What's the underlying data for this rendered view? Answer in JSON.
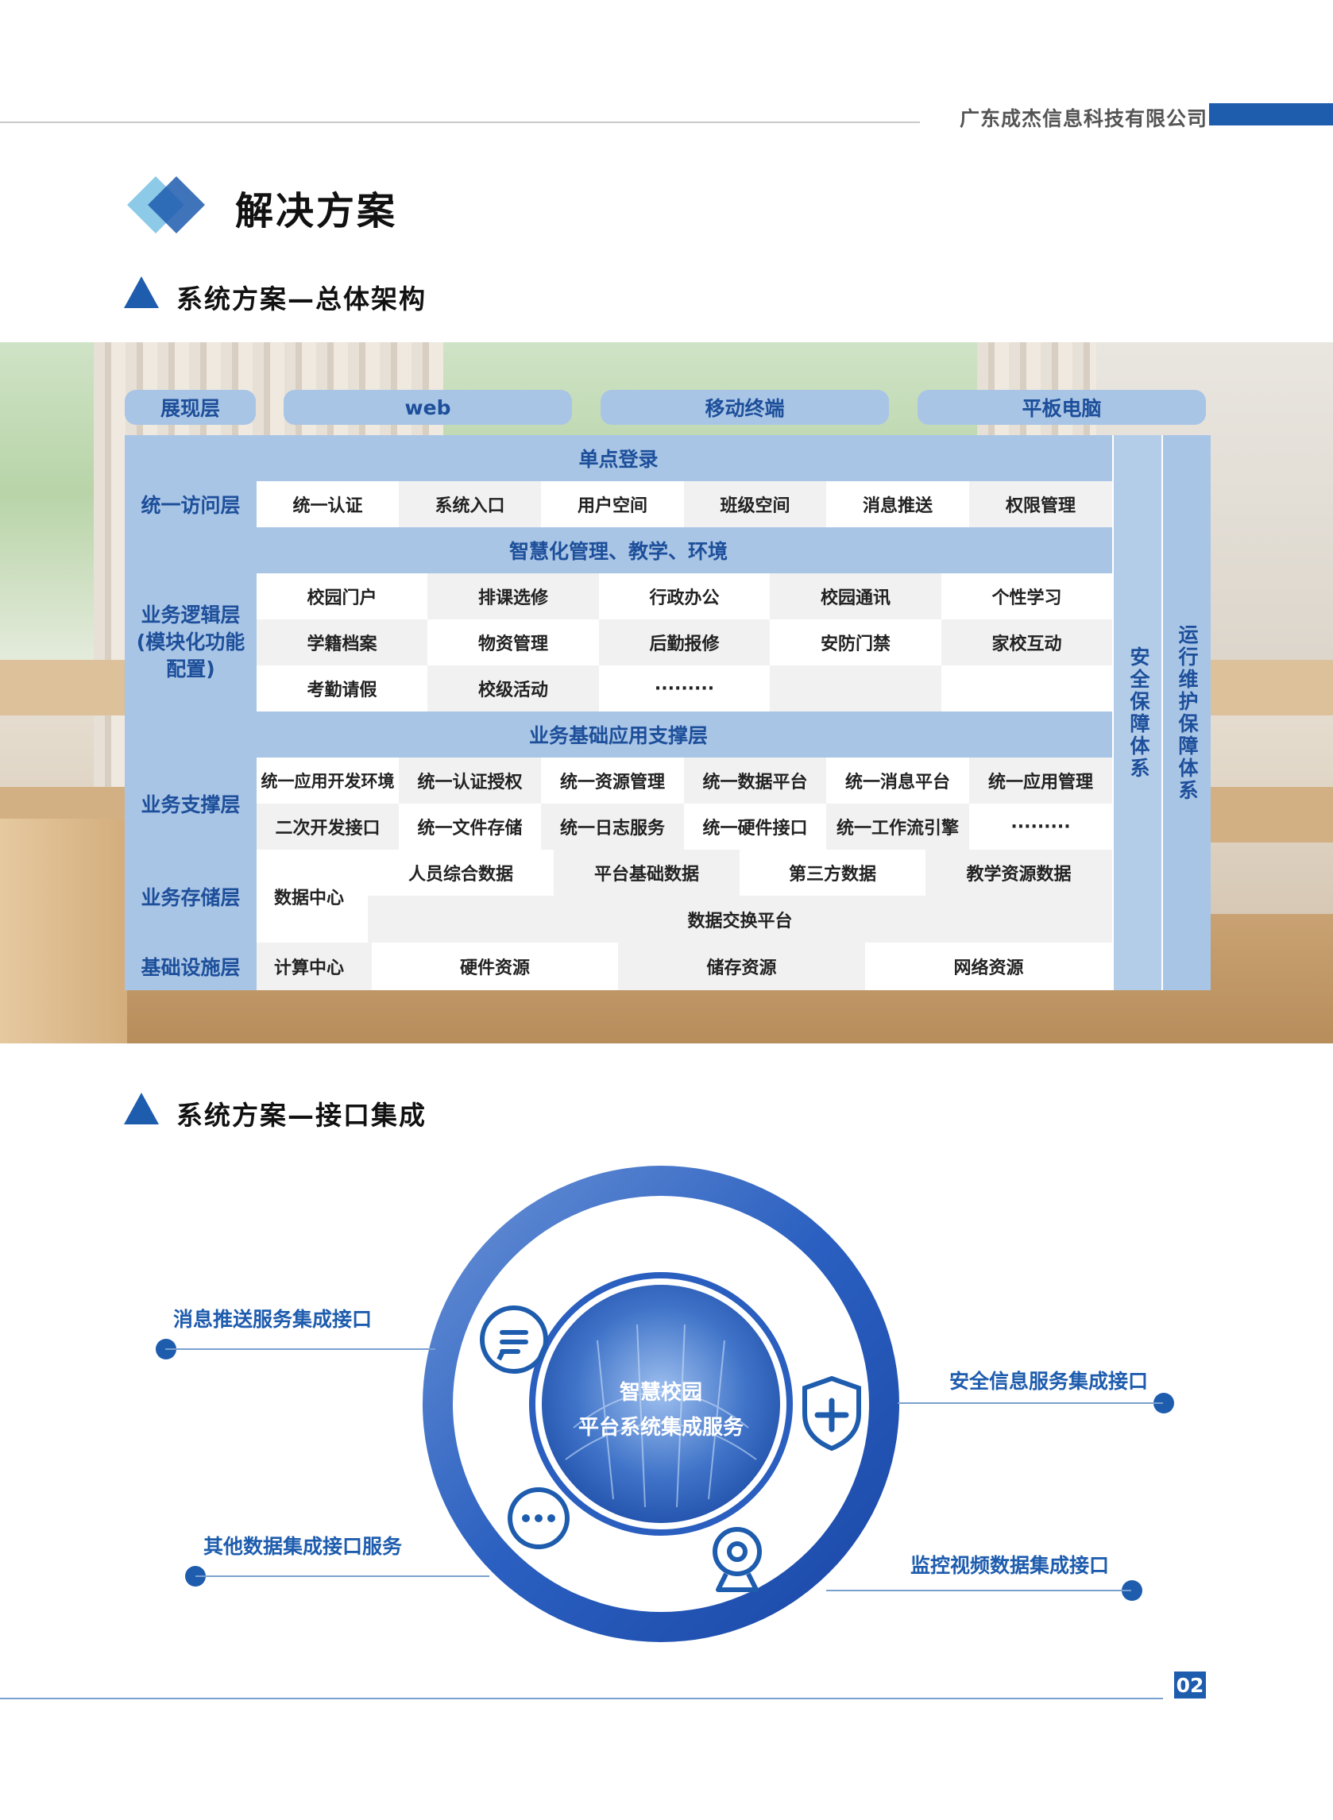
{
  "header": {
    "company": "广东成杰信息科技有限公司"
  },
  "section_title": "解决方案",
  "sub1": "系统方案—总体架构",
  "sub2": "系统方案—接口集成",
  "arch": {
    "present_label": "展现层",
    "present_items": [
      "web",
      "移动终端",
      "平板电脑"
    ],
    "sso": "单点登录",
    "access_label": "统一访问层",
    "access_items": [
      "统一认证",
      "系统入口",
      "用户空间",
      "班级空间",
      "消息推送",
      "权限管理"
    ],
    "smart_band": "智慧化管理、教学、环境",
    "logic_label": "业务逻辑层(模块化功能配置)",
    "logic_rows": [
      [
        "校园门户",
        "排课选修",
        "行政办公",
        "校园通讯",
        "个性学习"
      ],
      [
        "学籍档案",
        "物资管理",
        "后勤报修",
        "安防门禁",
        "家校互动"
      ],
      [
        "考勤请假",
        "校级活动",
        "·········",
        "",
        ""
      ]
    ],
    "support_band": "业务基础应用支撑层",
    "support_label": "业务支撑层",
    "support_rows": [
      [
        "统一应用开发环境",
        "统一认证授权",
        "统一资源管理",
        "统一数据平台",
        "统一消息平台",
        "统一应用管理"
      ],
      [
        "二次开发接口",
        "统一文件存储",
        "统一日志服务",
        "统一硬件接口",
        "统一工作流引擎",
        "·········"
      ]
    ],
    "storage_label": "业务存储层",
    "data_center": "数据中心",
    "storage_items": [
      "人员综合数据",
      "平台基础数据",
      "第三方数据",
      "教学资源数据"
    ],
    "exchange": "数据交换平台",
    "infra_label": "基础设施层",
    "compute_center": "计算中心",
    "infra_items": [
      "硬件资源",
      "储存资源",
      "网络资源"
    ],
    "security": "安全保障体系",
    "ops": "运行维护保障体系"
  },
  "integration": {
    "center_line1": "智慧校园",
    "center_line2": "平台系统集成服务",
    "left_top": "消息推送服务集成接口",
    "left_bottom": "其他数据集成接口服务",
    "right_top": "安全信息服务集成接口",
    "right_bottom": "监控视频数据集成接口",
    "icons": [
      "chat-icon",
      "shield-plus-icon",
      "more-icon",
      "webcam-icon"
    ]
  },
  "footer": {
    "page": "02"
  },
  "colors": {
    "brand": "#1e5cae",
    "light": "#a9c5e6"
  }
}
